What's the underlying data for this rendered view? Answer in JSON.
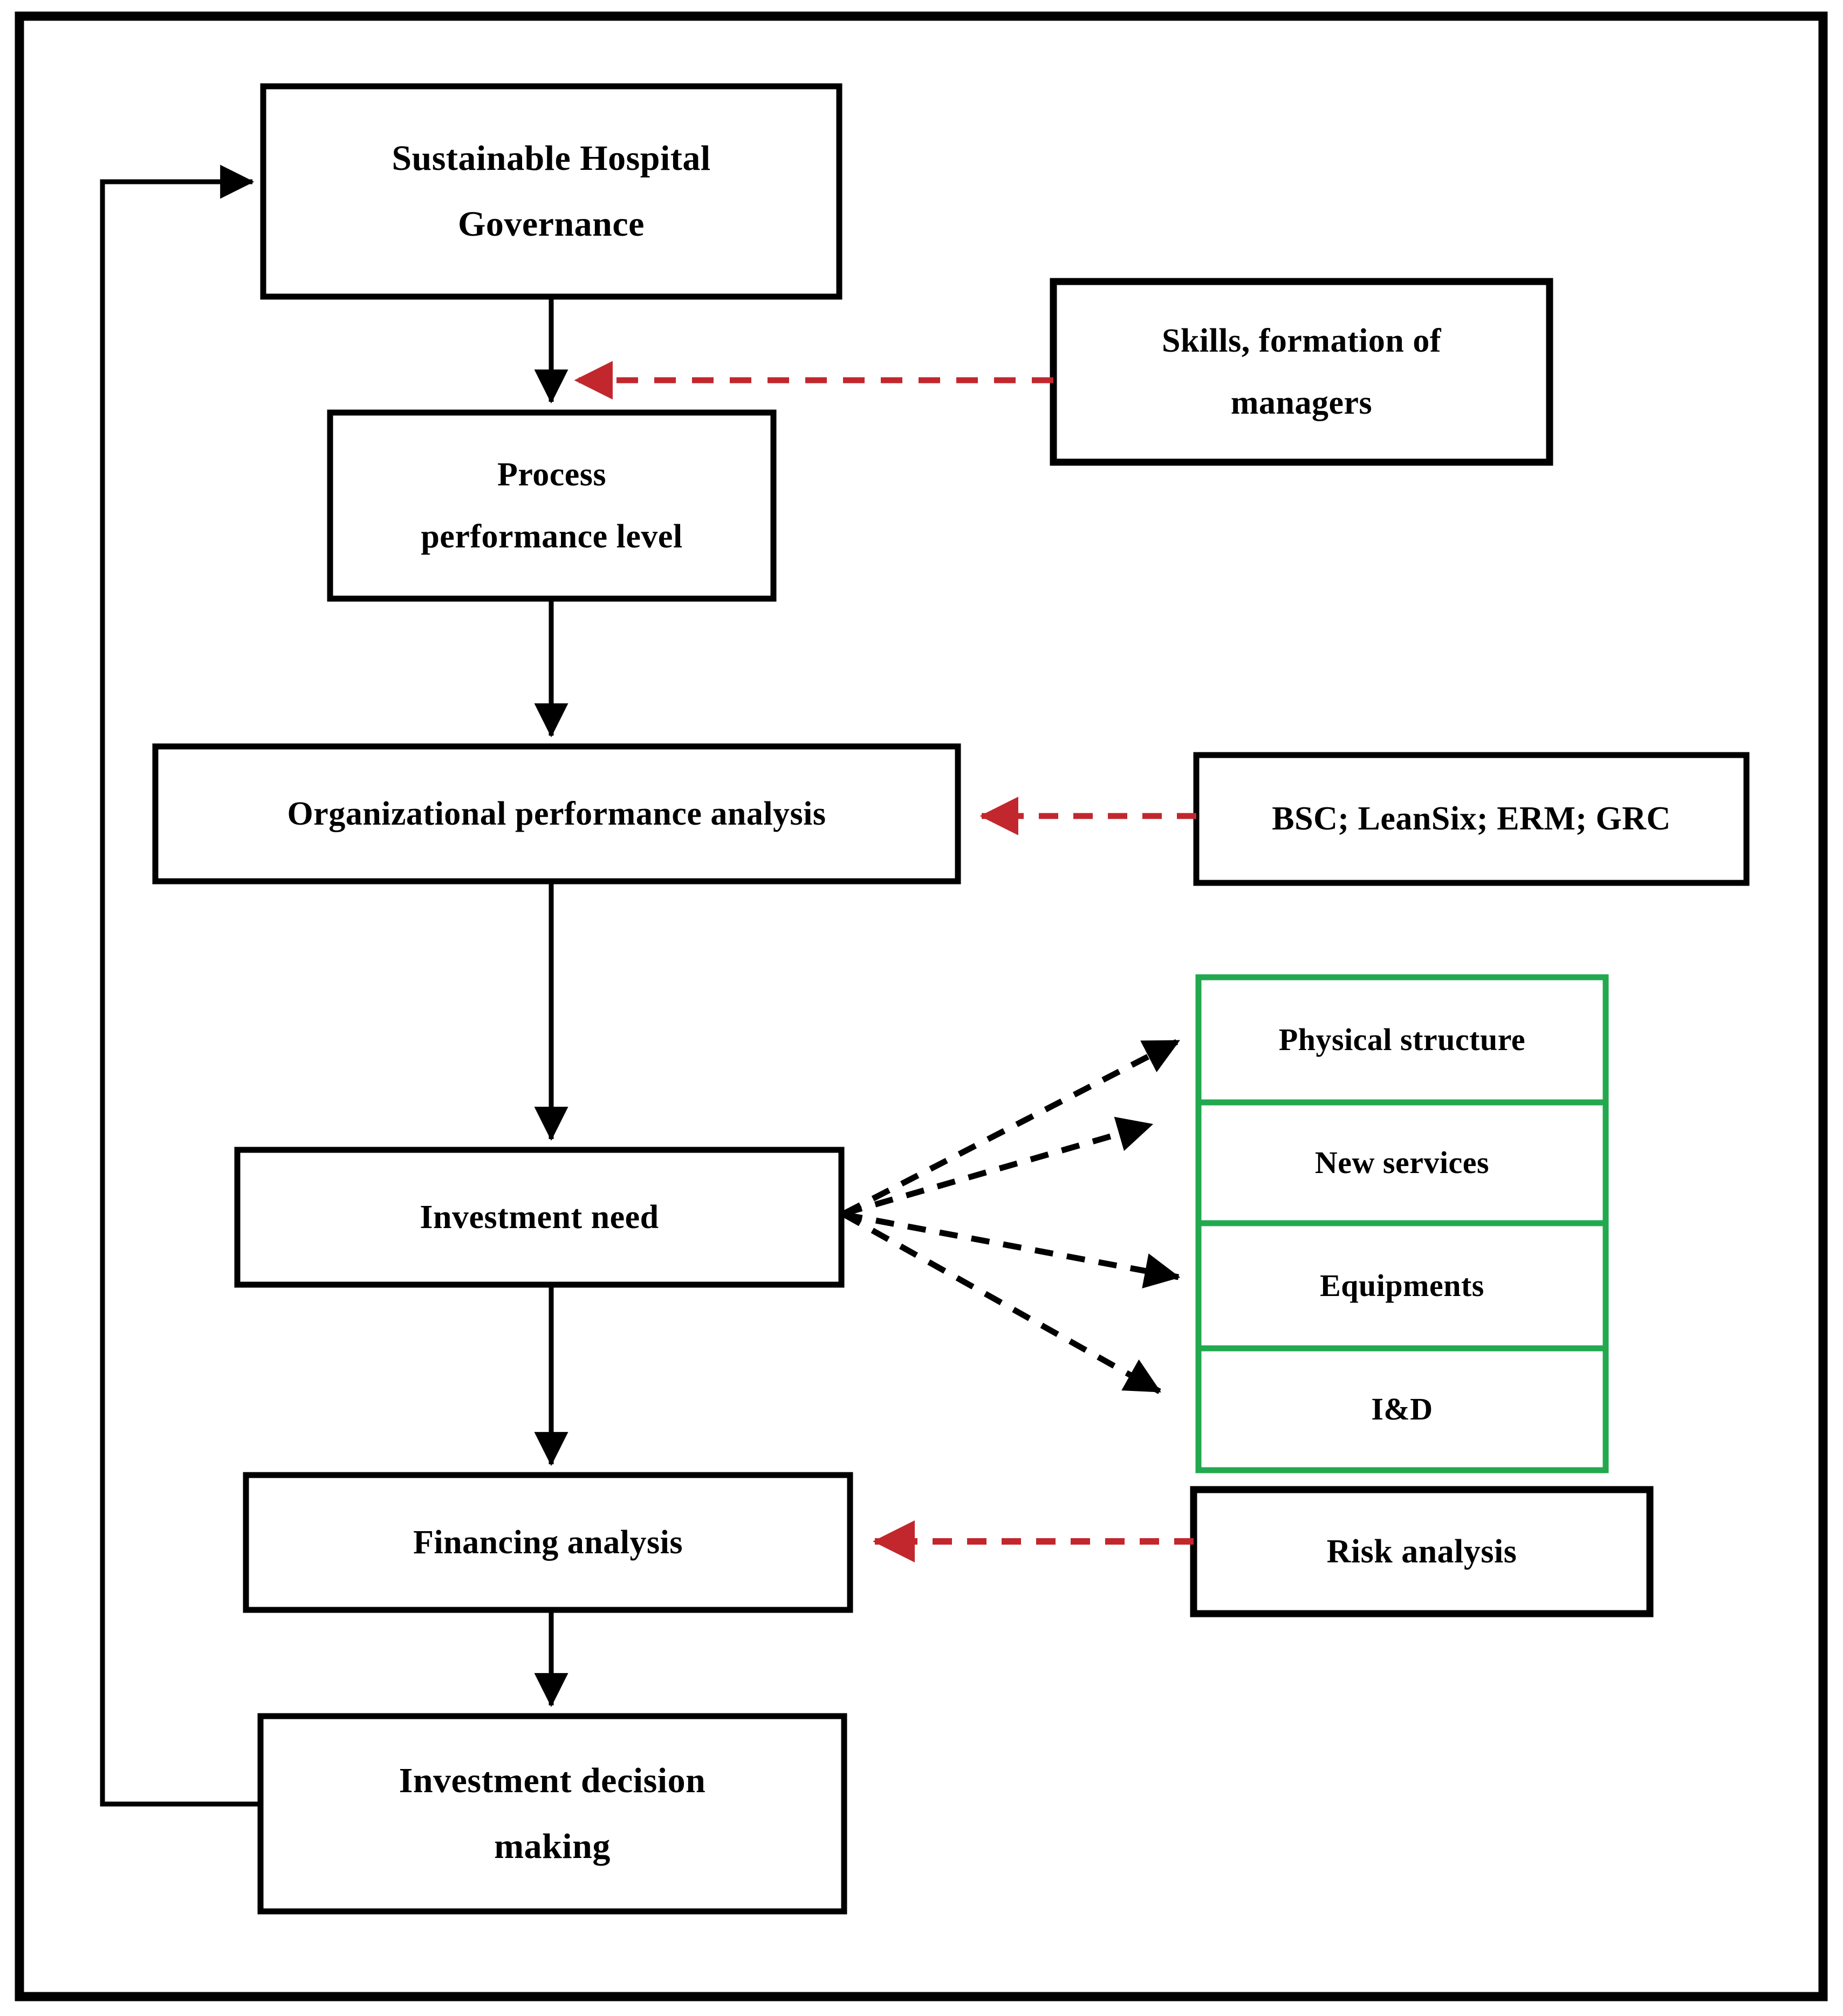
{
  "figure": {
    "title": "Sustainable hospital governance investment flowchart",
    "colors": {
      "frame": "#000000",
      "box_border": "#000000",
      "accent_green": "#22A94F",
      "accent_red": "#C1272D",
      "background": "#FFFFFF"
    }
  },
  "main_flow": {
    "nodes": [
      {
        "id": "governance",
        "lines": [
          "Sustainable Hospital",
          "Governance"
        ]
      },
      {
        "id": "process",
        "lines": [
          "Process",
          "performance level"
        ]
      },
      {
        "id": "org_analysis",
        "lines": [
          "Organizational performance analysis"
        ]
      },
      {
        "id": "investment_need",
        "lines": [
          "Investment need"
        ]
      },
      {
        "id": "financing",
        "lines": [
          "Financing analysis"
        ]
      },
      {
        "id": "decision",
        "lines": [
          "Investment decision",
          "making"
        ]
      }
    ]
  },
  "side_inputs": {
    "nodes": [
      {
        "id": "skills",
        "lines": [
          "Skills, formation of",
          "managers"
        ],
        "target": "process"
      },
      {
        "id": "methods",
        "lines": [
          "BSC; LeanSix; ERM; GRC"
        ],
        "target": "org_analysis"
      },
      {
        "id": "risk",
        "lines": [
          "Risk analysis"
        ],
        "target": "financing"
      }
    ]
  },
  "investment_categories": {
    "items": [
      {
        "id": "physical_structure",
        "label": "Physical structure"
      },
      {
        "id": "new_services",
        "label": "New services"
      },
      {
        "id": "equipments",
        "label": "Equipments"
      },
      {
        "id": "innovation_development",
        "label": "I&D"
      }
    ]
  },
  "connections": {
    "solid_vertical": [
      "governance -> process",
      "process -> org_analysis",
      "org_analysis -> investment_need",
      "investment_need -> financing",
      "financing -> decision"
    ],
    "feedback_loop": "decision -> governance",
    "red_dashed": [
      "skills -> process",
      "methods -> org_analysis",
      "risk -> financing"
    ],
    "black_dashed": [
      "investment_need -> physical_structure",
      "investment_need -> new_services",
      "investment_need -> equipments",
      "investment_need -> innovation_development"
    ]
  }
}
